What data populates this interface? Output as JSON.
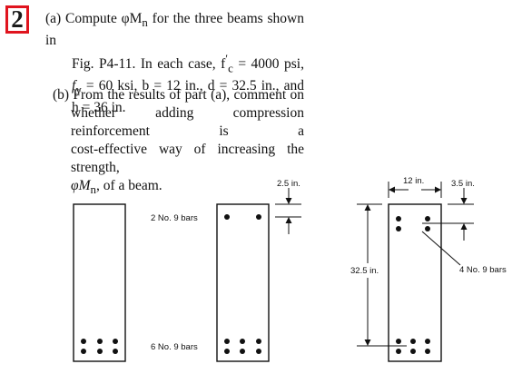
{
  "problem": {
    "number": "2",
    "part_a": {
      "line1": "(a) Compute φM",
      "line1_sub": "n",
      "line1_rest": " for the three beams shown in",
      "line2": "Fig. P4-11. In each case, f",
      "line2_sup": "′",
      "line2_sub": "c",
      "line2_rest": " = 4000 psi,",
      "line3_a": "f",
      "line3_sub": "y",
      "line3_rest": " = 60 ksi, b = 12 in., d = 32.5 in., and",
      "line4": "h = 36 in."
    },
    "part_b": {
      "line1": "(b) From the results of part (a), comment on",
      "line2": "whether adding compression reinforcement is a",
      "line3": "cost-effective way of increasing the strength,",
      "line4_a": "φM",
      "line4_sub": "n",
      "line4_rest": ", of a beam."
    }
  },
  "figure": {
    "beam2_top_label": "2 No. 9 bars",
    "beam2_bottom_label": "6 No. 9 bars",
    "beam2_cover": "2.5 in.",
    "beam3_width": "12 in.",
    "beam3_cover": "3.5 in.",
    "beam3_depth": "32.5 in.",
    "beam3_bars": "4 No. 9 bars"
  }
}
